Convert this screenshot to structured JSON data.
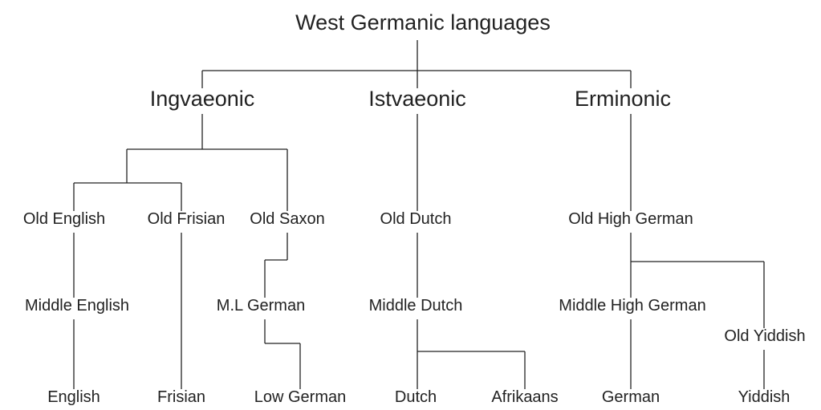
{
  "diagram": {
    "root": "West Germanic languages",
    "branches": {
      "ingvaeonic": "Ingvaeonic",
      "istvaeonic": "Istvaeonic",
      "erminonic": "Erminonic"
    },
    "old": {
      "old_english": "Old English",
      "old_frisian": "Old Frisian",
      "old_saxon": "Old Saxon",
      "old_dutch": "Old Dutch",
      "old_high_german": "Old High German"
    },
    "middle": {
      "middle_english": "Middle English",
      "ml_german": "M.L German",
      "middle_dutch": "Middle Dutch",
      "middle_high_german": "Middle High German",
      "old_yiddish": "Old Yiddish"
    },
    "modern": {
      "english": "English",
      "frisian": "Frisian",
      "low_german": "Low German",
      "dutch": "Dutch",
      "afrikaans": "Afrikaans",
      "german": "German",
      "yiddish": "Yiddish"
    },
    "edges": [
      [
        "root",
        "ingvaeonic"
      ],
      [
        "root",
        "istvaeonic"
      ],
      [
        "root",
        "erminonic"
      ],
      [
        "ingvaeonic",
        "old_english"
      ],
      [
        "ingvaeonic",
        "old_frisian"
      ],
      [
        "ingvaeonic",
        "old_saxon"
      ],
      [
        "istvaeonic",
        "old_dutch"
      ],
      [
        "erminonic",
        "old_high_german"
      ],
      [
        "old_english",
        "middle_english"
      ],
      [
        "middle_english",
        "english"
      ],
      [
        "old_frisian",
        "frisian"
      ],
      [
        "old_saxon",
        "ml_german"
      ],
      [
        "ml_german",
        "low_german"
      ],
      [
        "old_dutch",
        "middle_dutch"
      ],
      [
        "middle_dutch",
        "dutch"
      ],
      [
        "middle_dutch",
        "afrikaans"
      ],
      [
        "old_high_german",
        "middle_high_german"
      ],
      [
        "old_high_german",
        "old_yiddish"
      ],
      [
        "middle_high_german",
        "german"
      ],
      [
        "old_yiddish",
        "yiddish"
      ]
    ],
    "line_color": "#222222"
  }
}
